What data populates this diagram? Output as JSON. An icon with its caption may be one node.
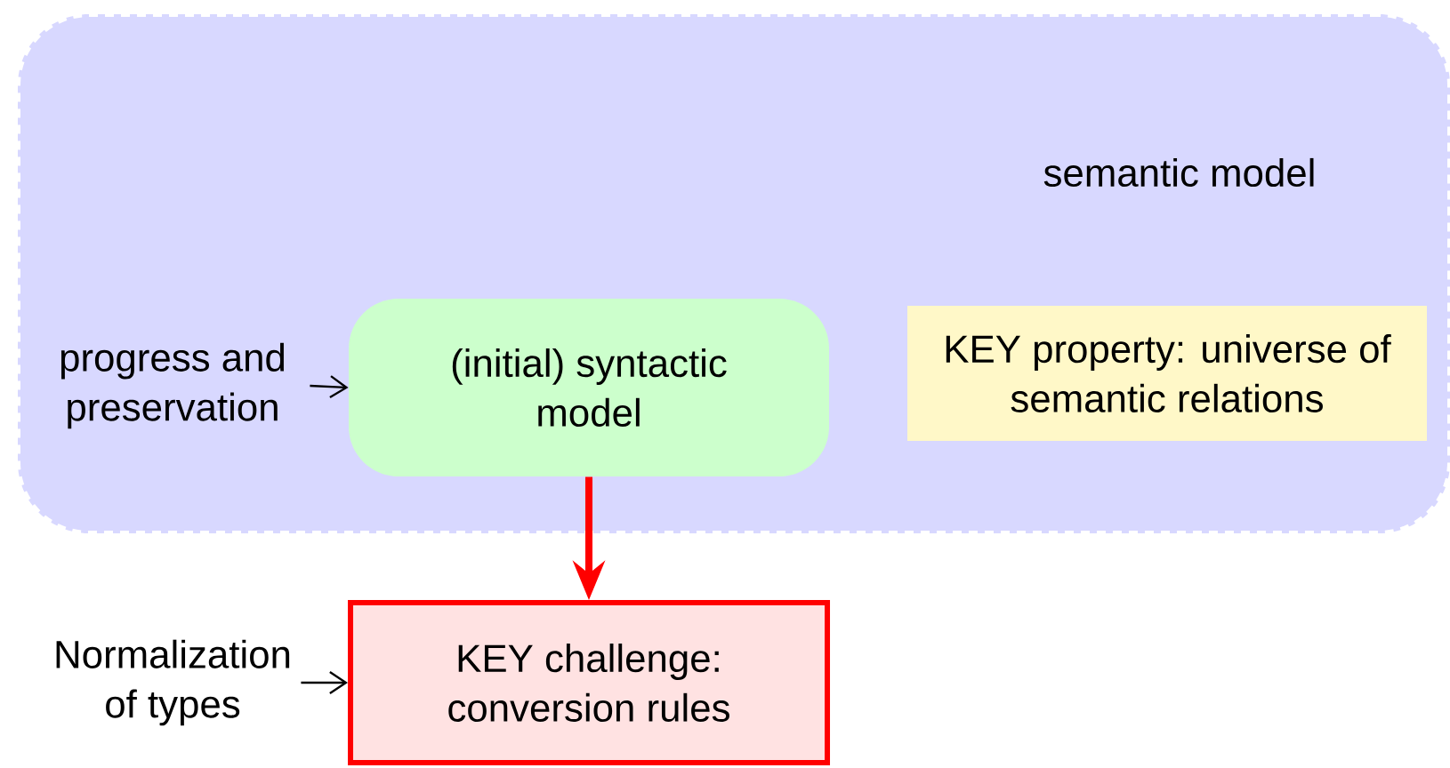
{
  "diagram": {
    "nodes": [
      {
        "text": [
          "semantic model"
        ]
      },
      {
        "text": [
          "(initial) syntactic model"
        ],
        "in": 0
      },
      {
        "text": [
          "KEY property: universe of semantic relations"
        ],
        "in": 0
      },
      {
        "text": [
          "progress and preservation"
        ],
        "in": 0
      },
      {
        "text": [
          "KEY challenge: conversion rules"
        ]
      },
      {
        "text": [
          "Normalization of types"
        ]
      }
    ],
    "edges": [
      {
        "from": 3,
        "to": 1,
        "arrow": "to"
      },
      {
        "from": 1,
        "to": 4,
        "arrow": "to",
        "style": "thick",
        "color": "#ff0000"
      },
      {
        "from": 5,
        "to": 4,
        "arrow": "to"
      }
    ]
  }
}
